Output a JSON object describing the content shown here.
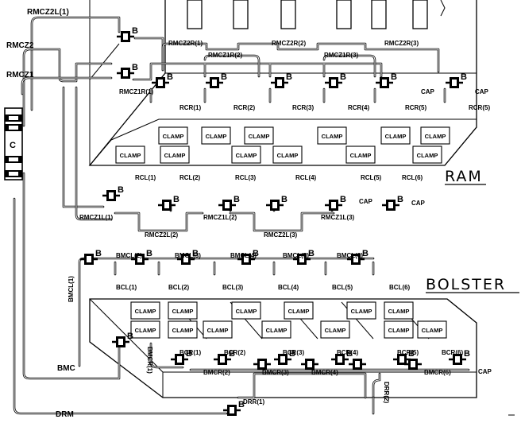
{
  "labels": {
    "ram": "RAM",
    "bolster": "BOLSTER",
    "rmcz2l_1": "RMCZ2L(1)",
    "rmcz2": "RMCZ2",
    "rmcz1": "RMCZ1",
    "c": "C",
    "rmcz2r_1": "RMCZ2R(1)",
    "rmcz2r_2": "RMCZ2R(2)",
    "rmcz2r_3": "RMCZ2R(3)",
    "rmcz1r_1": "RMCZ1R(1)",
    "rmcz1r_2": "RMCZ1R(2)",
    "rmcz1r_3": "RMCZ1R(3)",
    "rcr_1": "RCR(1)",
    "rcr_2": "RCR(2)",
    "rcr_3": "RCR(3)",
    "rcr_4": "RCR(4)",
    "rcr_5": "RCR(5)",
    "rcr_5b": "RCR(5)",
    "rcl_1": "RCL(1)",
    "rcl_2": "RCL(2)",
    "rcl_3": "RCL(3)",
    "rcl_4": "RCL(4)",
    "rcl_5": "RCL(5)",
    "rcl_6": "RCL(6)",
    "rmcz1l_1": "RMCZ1L(1)",
    "rmcz1l_2": "RMCZ1L(2)",
    "rmcz1l_3": "RMCZ1L(3)",
    "rmcz2l_2": "RMCZ2L(2)",
    "rmcz2l_3": "RMCZ2L(3)",
    "bmcl_1": "BMCL(1)",
    "bmcl_2": "BMCL(2)",
    "bmcl_3": "BMCL(3)",
    "bmcl_4": "BMCL(4)",
    "bmcl_5": "BMCL(5)",
    "bmcl_6": "BMCL(6)",
    "bcl_1": "BCL(1)",
    "bcl_2": "BCL(2)",
    "bcl_3": "BCL(3)",
    "bcl_4": "BCL(4)",
    "bcl_5": "BCL(5)",
    "bcl_6": "BCL(6)",
    "bmcr_1": "BMCR(1)",
    "bmcr_2": "BMCR(2)",
    "bmcr_3": "BMCR(3)",
    "bmcr_4": "BMCR(4)",
    "bmcr_6": "BMCR(6)",
    "bcr_1": "BCR(1)",
    "bcr_2": "BCR(2)",
    "bcr_3": "BCR(3)",
    "bcr_4": "BCR(4)",
    "bcr_5": "BCR(5)",
    "bcr_6": "BCR(6)",
    "bmc": "BMC",
    "drm": "DRM",
    "drr_1": "DRR(1)",
    "drr_2": "DRR(2)",
    "cap": "CAP",
    "b": "B",
    "clamp": "CLAMP"
  },
  "icons": {
    "connector": "cable-connector-icon",
    "clamp": "clamp-box-icon"
  },
  "colors": {
    "ink": "#000000",
    "paper": "#ffffff"
  }
}
